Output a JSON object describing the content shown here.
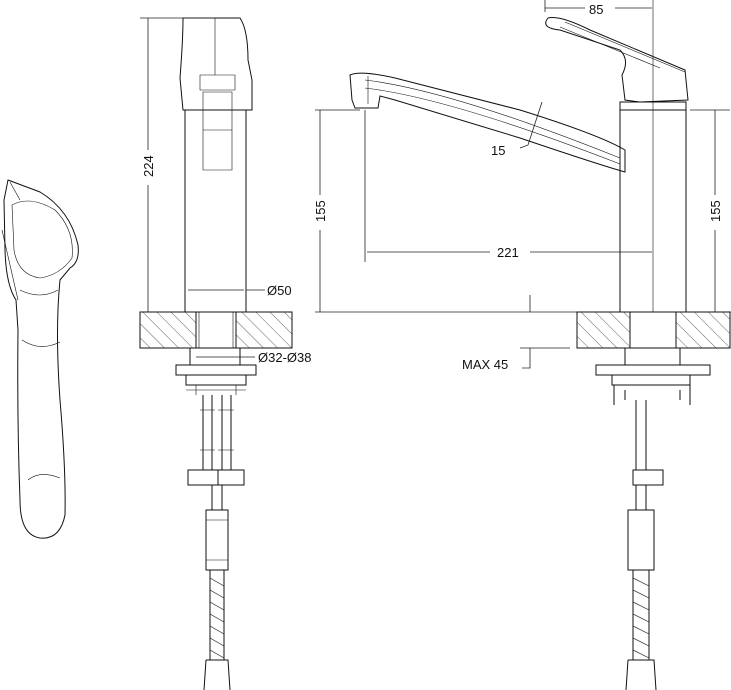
{
  "dimensions": {
    "overall_height": "224",
    "spout_height_left": "155",
    "spout_height_right": "155",
    "spout_reach": "221",
    "handle_offset": "85",
    "spout_thickness": "15",
    "body_diameter": "Ø50",
    "hole_diameter": "Ø32-Ø38",
    "max_counter_thickness": "MAX 45"
  },
  "colors": {
    "line": "#111111",
    "background": "#ffffff"
  }
}
